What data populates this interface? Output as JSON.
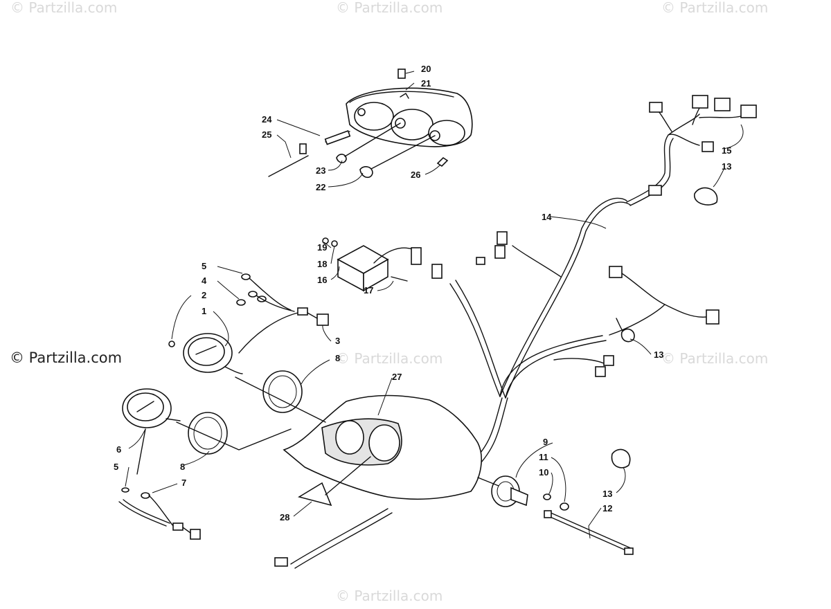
{
  "watermarks": {
    "top_left": "© Partzilla.com",
    "top_center": "© Partzilla.com",
    "top_right": "© Partzilla.com",
    "mid_center": "© Partzilla.com",
    "mid_right": "© Partzilla.com",
    "bottom_center": "© Partzilla.com"
  },
  "brand_label": "© Partzilla.com",
  "callouts": [
    "1",
    "2",
    "3",
    "4",
    "5",
    "5",
    "6",
    "7",
    "8",
    "8",
    "9",
    "10",
    "11",
    "12",
    "13",
    "13",
    "13",
    "14",
    "15",
    "16",
    "17",
    "18",
    "19",
    "20",
    "21",
    "22",
    "23",
    "24",
    "25",
    "26",
    "27",
    "28"
  ]
}
